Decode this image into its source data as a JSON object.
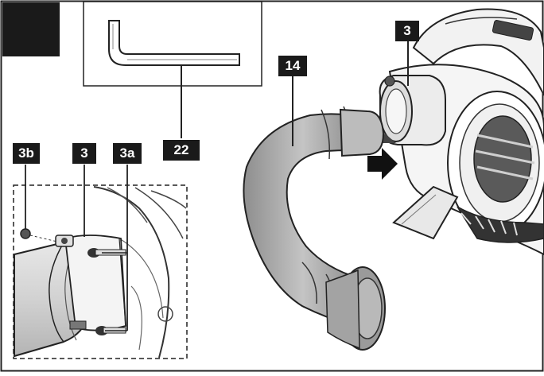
{
  "diagram": {
    "labels": {
      "hex_key": "22",
      "blower_nozzle_main": "3",
      "hose": "14",
      "detail_nozzle": "3",
      "detail_nut": "3b",
      "detail_screw": "3a"
    },
    "step_marker_color": "#1a1a1a",
    "line_color": "#222222",
    "hose_fill": "#a9a9a9",
    "body_fill": "#efefef"
  }
}
